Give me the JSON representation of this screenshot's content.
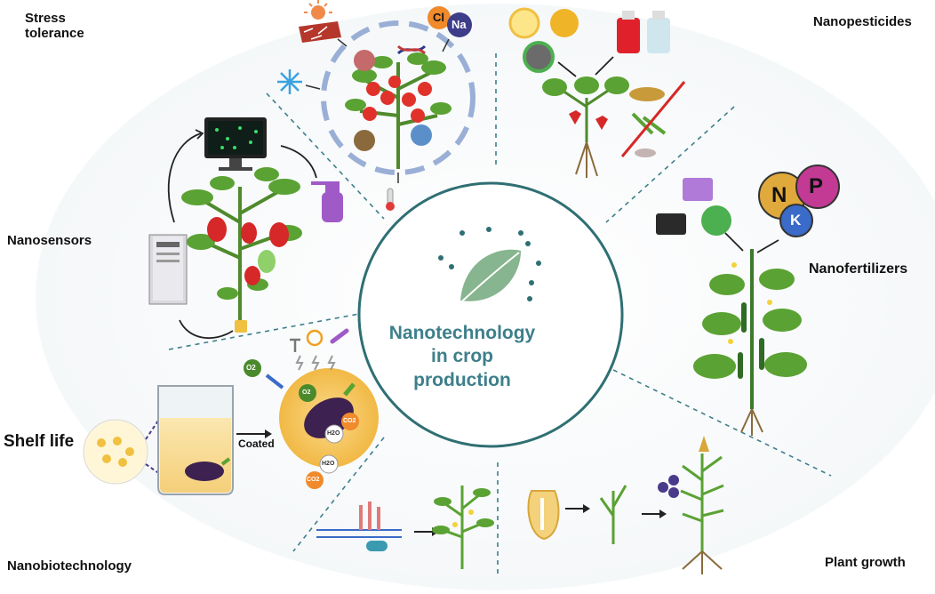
{
  "center": {
    "line1": "Nanotechnology",
    "line2": "in crop",
    "line3": "production"
  },
  "sections": {
    "stress_tolerance_1": "Stress",
    "stress_tolerance_2": "tolerance",
    "nanopesticides": "Nanopesticides",
    "nanosensors": "Nanosensors",
    "nanofertilizers": "Nanofertilizers",
    "shelf_life": "Shelf life",
    "nanobiotechnology": "Nanobiotechnology",
    "plant_growth": "Plant growth"
  },
  "annotations": {
    "coated": "Coated",
    "o2": "O2",
    "co2": "CO2",
    "h2o": "H2O",
    "cl": "Cl",
    "na": "Na",
    "n": "N",
    "p": "P",
    "k": "K"
  },
  "colors": {
    "center_ring": "#2f6f73",
    "center_text": "#3d7f8a",
    "divider": "#3d7f8a",
    "leaf": "#7fb069",
    "tomato": "#e0322b",
    "pepper": "#d62828",
    "dashed_circle": "#9aafd6",
    "nutrient_n": "#e0a93b",
    "nutrient_p": "#c23a93",
    "nutrient_k": "#3a6bc8"
  }
}
